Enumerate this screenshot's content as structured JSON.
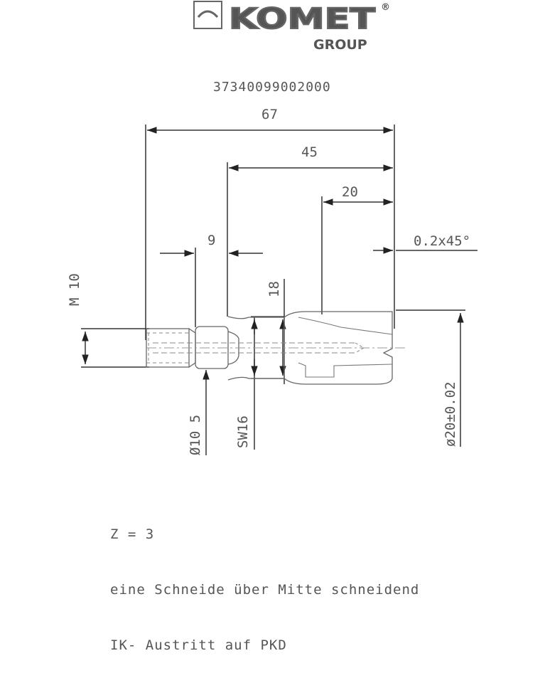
{
  "header": {
    "brand": "KOMET",
    "registered": "®",
    "group": "GROUP"
  },
  "part_number": "37340099002000",
  "dimensions": {
    "overall_length": "67",
    "body_length": "45",
    "head_length": "20",
    "flange_width": "9",
    "chamfer": "0.2x45°",
    "thread": "M 10",
    "hex_height": "18",
    "neck_diameter": "Ø10 5",
    "wrench_size": "SW16",
    "cutter_diameter": "ø20±0.02"
  },
  "notes": {
    "line1": "Z = 3",
    "line2": "eine Schneide über Mitte schneidend",
    "line3": "IK- Austritt auf PKD"
  },
  "colors": {
    "line": "#222222",
    "dim_line": "#333333",
    "text": "#555555",
    "hidden": "#888888"
  }
}
